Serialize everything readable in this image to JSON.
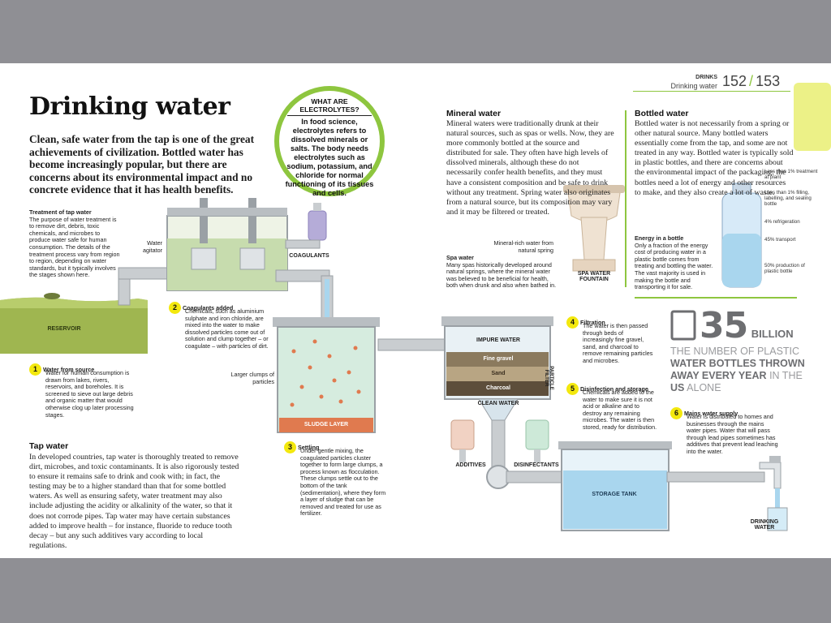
{
  "header": {
    "section": "DRINKS",
    "subsection": "Drinking water",
    "page_left": "152",
    "page_sep": "/",
    "page_right": "153"
  },
  "title": "Drinking water",
  "intro": "Clean, safe water from the tap is one of the great achievements of civilization. Bottled water has become increasingly popular, but there are concerns about its environmental impact and no concrete evidence that it has health benefits.",
  "electrolytes": {
    "heading_line1": "WHAT ARE",
    "heading_line2": "ELECTROLYTES?",
    "text": "In food science, electrolytes refers to dissolved minerals or salts. The body needs electrolytes such as sodium, potassium, and chloride for normal functioning of its tissues and cells."
  },
  "treatment": {
    "heading": "Treatment of tap water",
    "text": "The purpose of water treatment is to remove dirt, debris, toxic chemicals, and microbes to produce water safe for human consumption. The details of the treatment process vary from region to region, depending on water standards, but it typically involves the stages shown here."
  },
  "diagram_labels": {
    "reservoir": "RESERVOIR",
    "water_agitator": "Water agitator",
    "coagulants": "COAGULANTS",
    "larger_clumps": "Larger clumps of particles",
    "sludge_layer": "SLUDGE LAYER",
    "impure_water": "IMPURE WATER",
    "fine_gravel": "Fine gravel",
    "sand": "Sand",
    "charcoal": "Charcoal",
    "particle_filter": "PARTICLE FILTER",
    "clean_water": "CLEAN WATER",
    "additives": "ADDITIVES",
    "disinfectants": "DISINFECTANTS",
    "storage_tank": "STORAGE TANK",
    "drinking_water": "DRINKING WATER"
  },
  "steps": [
    {
      "num": "1",
      "title": "Water from source",
      "text": "Water for human consumption is drawn from lakes, rivers, reservoirs, and boreholes. It is screened to sieve out large debris and organic matter that would otherwise clog up later processing stages."
    },
    {
      "num": "2",
      "title": "Coagulants added",
      "text": "Chemicals, such as aluminium sulphate and iron chloride, are mixed into the water to make dissolved particles come out of solution and clump together – or coagulate – with particles of dirt."
    },
    {
      "num": "3",
      "title": "Settling",
      "text": "Under gentle mixing, the coagulated particles cluster together to form large clumps, a process known as flocculation. These clumps settle out to the bottom of the tank (sedimentation), where they form a layer of sludge that can be removed and treated for use as fertilizer."
    },
    {
      "num": "4",
      "title": "Filtration",
      "text": "The water is then passed through beds of increasingly fine gravel, sand, and charcoal to remove remaining particles and microbes."
    },
    {
      "num": "5",
      "title": "Disinfection and storage",
      "text": "Chemicals are added to the water to make sure it is not acid or alkaline and to destroy any remaining microbes. The water is then stored, ready for distribution."
    },
    {
      "num": "6",
      "title": "Mains water supply",
      "text": "Water is distributed to homes and businesses through the mains water pipes. Water that will pass through lead pipes sometimes has additives that prevent lead leaching into the water."
    }
  ],
  "tap_water": {
    "heading": "Tap water",
    "text": "In developed countries, tap water is thoroughly treated to remove dirt, microbes, and toxic contaminants. It is also rigorously tested to ensure it remains safe to drink and cook with; in fact, the testing may be to a higher standard than that for some bottled waters. As well as ensuring safety, water treatment may also include adjusting the acidity or alkalinity of the water, so that it does not corrode pipes. Tap water may have certain substances added to improve health – for instance, fluoride to reduce tooth decay – but any such additives vary according to local regulations."
  },
  "mineral_water": {
    "heading": "Mineral water",
    "text": "Mineral waters were traditionally drunk at their natural sources, such as spas or wells. Now, they are more commonly bottled at the source and distributed for sale. They often have high levels of dissolved minerals, although these do not necessarily confer health benefits, and they must have a consistent composition and be safe to drink without any treatment. Spring water also originates from a natural source, but its composition may vary and it may be filtered or treated.",
    "fountain_note": "Mineral-rich water from natural spring",
    "fountain_label": "SPA WATER FOUNTAIN"
  },
  "spa_water": {
    "heading": "Spa water",
    "text": "Many spas historically developed around natural springs, where the mineral water was believed to be beneficial for health, both when drunk and also when bathed in."
  },
  "bottled_water": {
    "heading": "Bottled water",
    "text": "Bottled water is not necessarily from a spring or other natural source. Many bottled waters essentially come from the tap, and some are not treated in any way. Bottled water is typically sold in plastic bottles, and there are concerns about the environmental impact of the packaging: the bottles need a lot of energy and other resources to make, and they also create a lot of waste."
  },
  "energy": {
    "heading": "Energy in a bottle",
    "text": "Only a fraction of the energy cost of producing water in a plastic bottle comes from treating and bottling the water. The vast majority is used in making the bottle and transporting it for sale.",
    "labels": [
      "Less than 1% treatment at plant",
      "Less than 1% filling, labelling, and sealing bottle",
      "4% refrigeration",
      "45% transport",
      "50% production of plastic bottle"
    ]
  },
  "stat": {
    "number": "35",
    "unit": "BILLION",
    "line1": "THE NUMBER OF PLASTIC",
    "line2_bold": "WATER BOTTLES THROWN",
    "line3_bold": "AWAY EVERY YEAR",
    "line3_rest": "IN THE",
    "line4_bold": "US",
    "line4_rest": "ALONE"
  },
  "colors": {
    "accent_green": "#8ec63f",
    "accent_yellow": "#f3e80e",
    "pipe_grey": "#c9cdd0",
    "water_blue": "#a9d6ee",
    "sludge_orange": "#e07a4f"
  }
}
